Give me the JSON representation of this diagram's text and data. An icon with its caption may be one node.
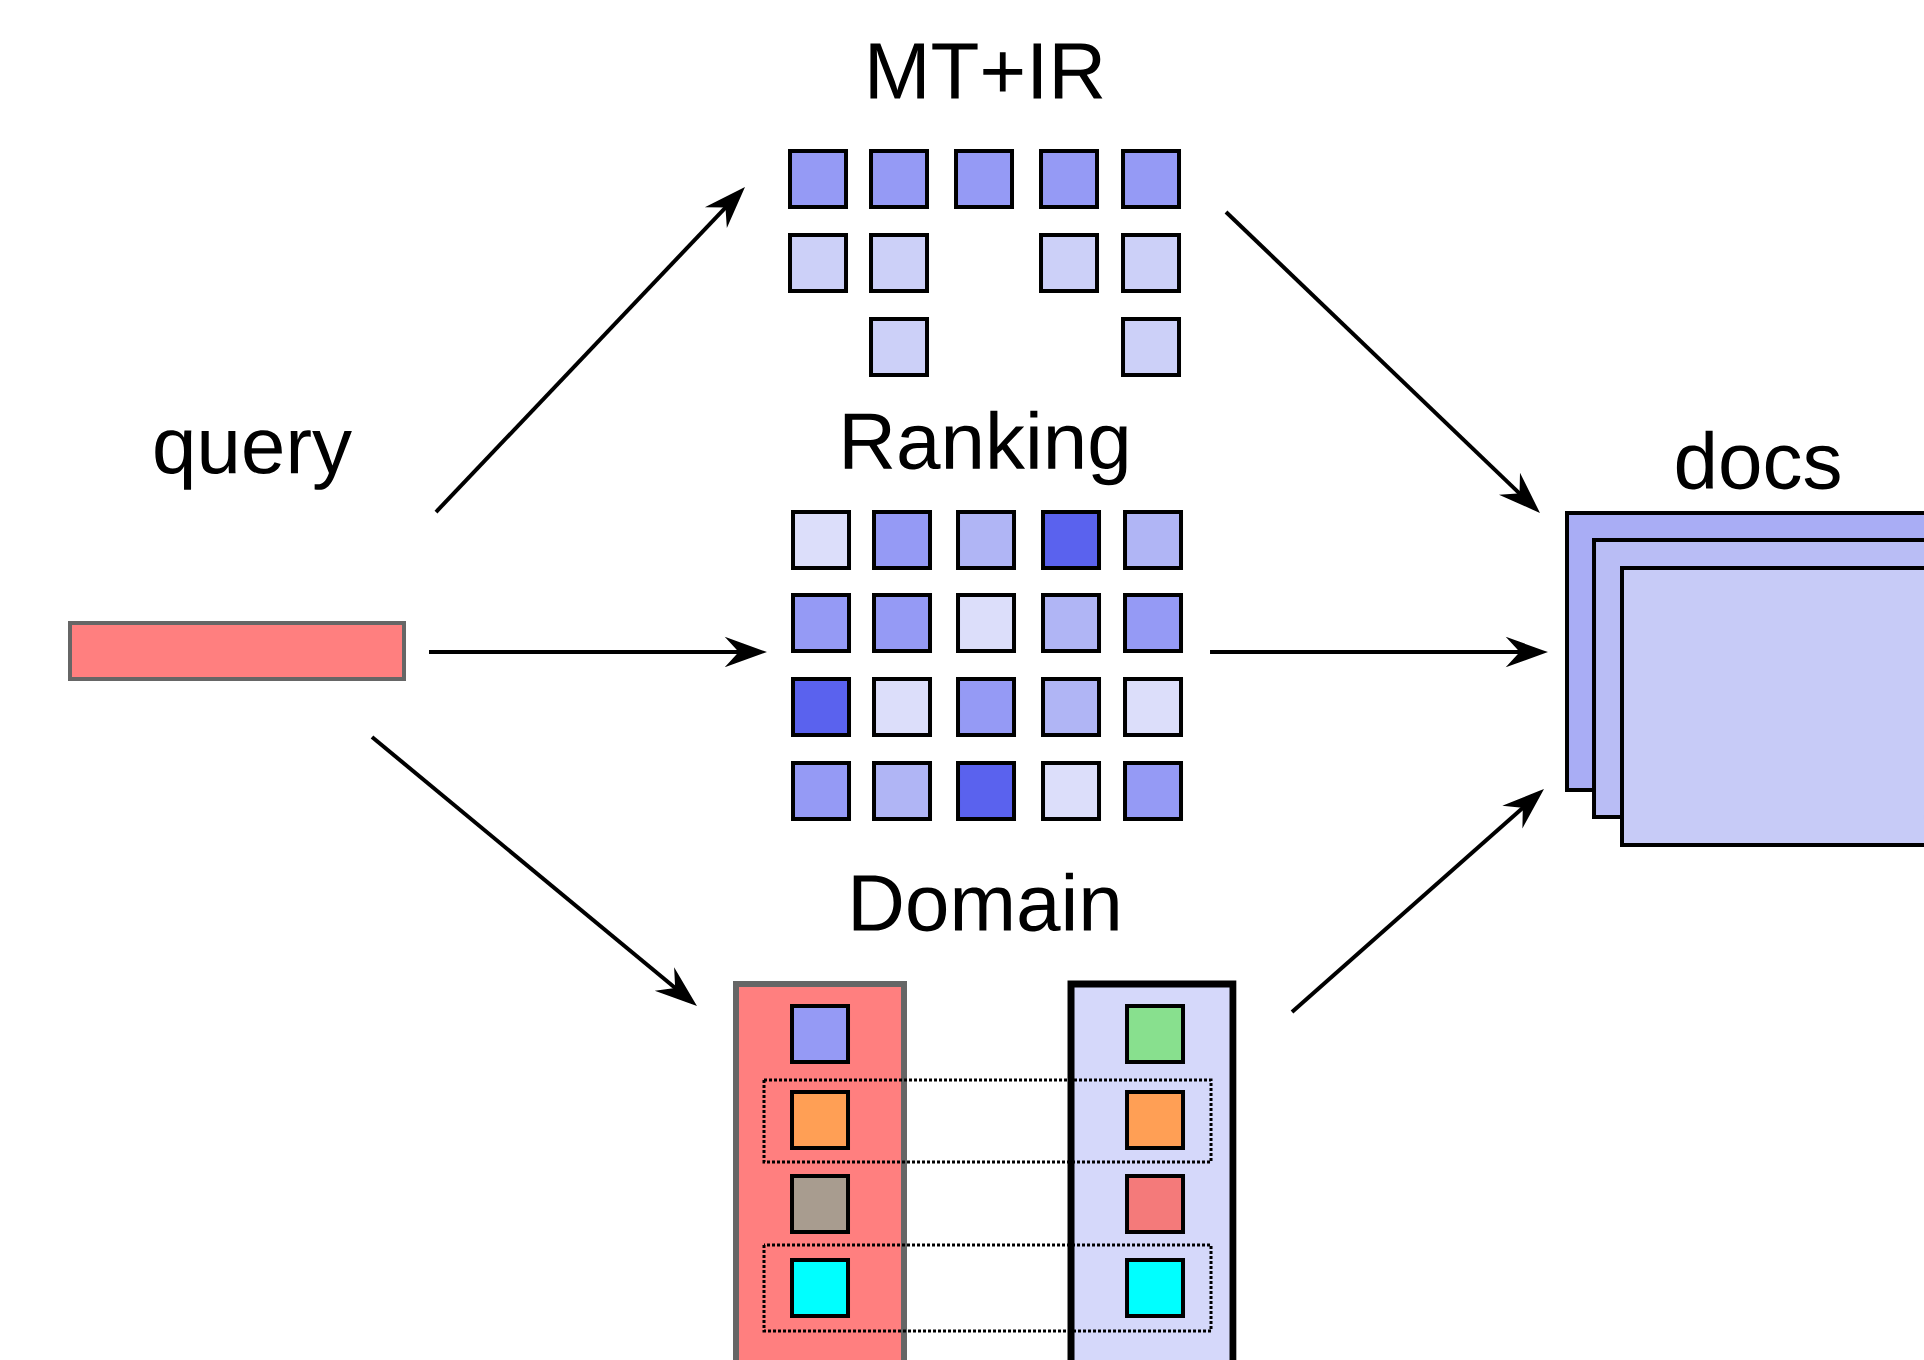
{
  "diagram": {
    "nodes": [
      {
        "text": [
          "query"
        ]
      },
      {
        "text": [
          "MT+IR"
        ]
      },
      {
        "text": [
          "Ranking"
        ]
      },
      {
        "text": [
          "Domain"
        ]
      },
      {
        "text": [
          "docs"
        ]
      }
    ],
    "edges": [
      {
        "from": 0,
        "to": 1,
        "arrow": "to"
      },
      {
        "from": 0,
        "to": 2,
        "arrow": "to"
      },
      {
        "from": 0,
        "to": 3,
        "arrow": "to"
      },
      {
        "from": 1,
        "to": 4,
        "arrow": "to"
      },
      {
        "from": 2,
        "to": 4,
        "arrow": "to"
      },
      {
        "from": 3,
        "to": 4,
        "arrow": "to"
      }
    ]
  }
}
